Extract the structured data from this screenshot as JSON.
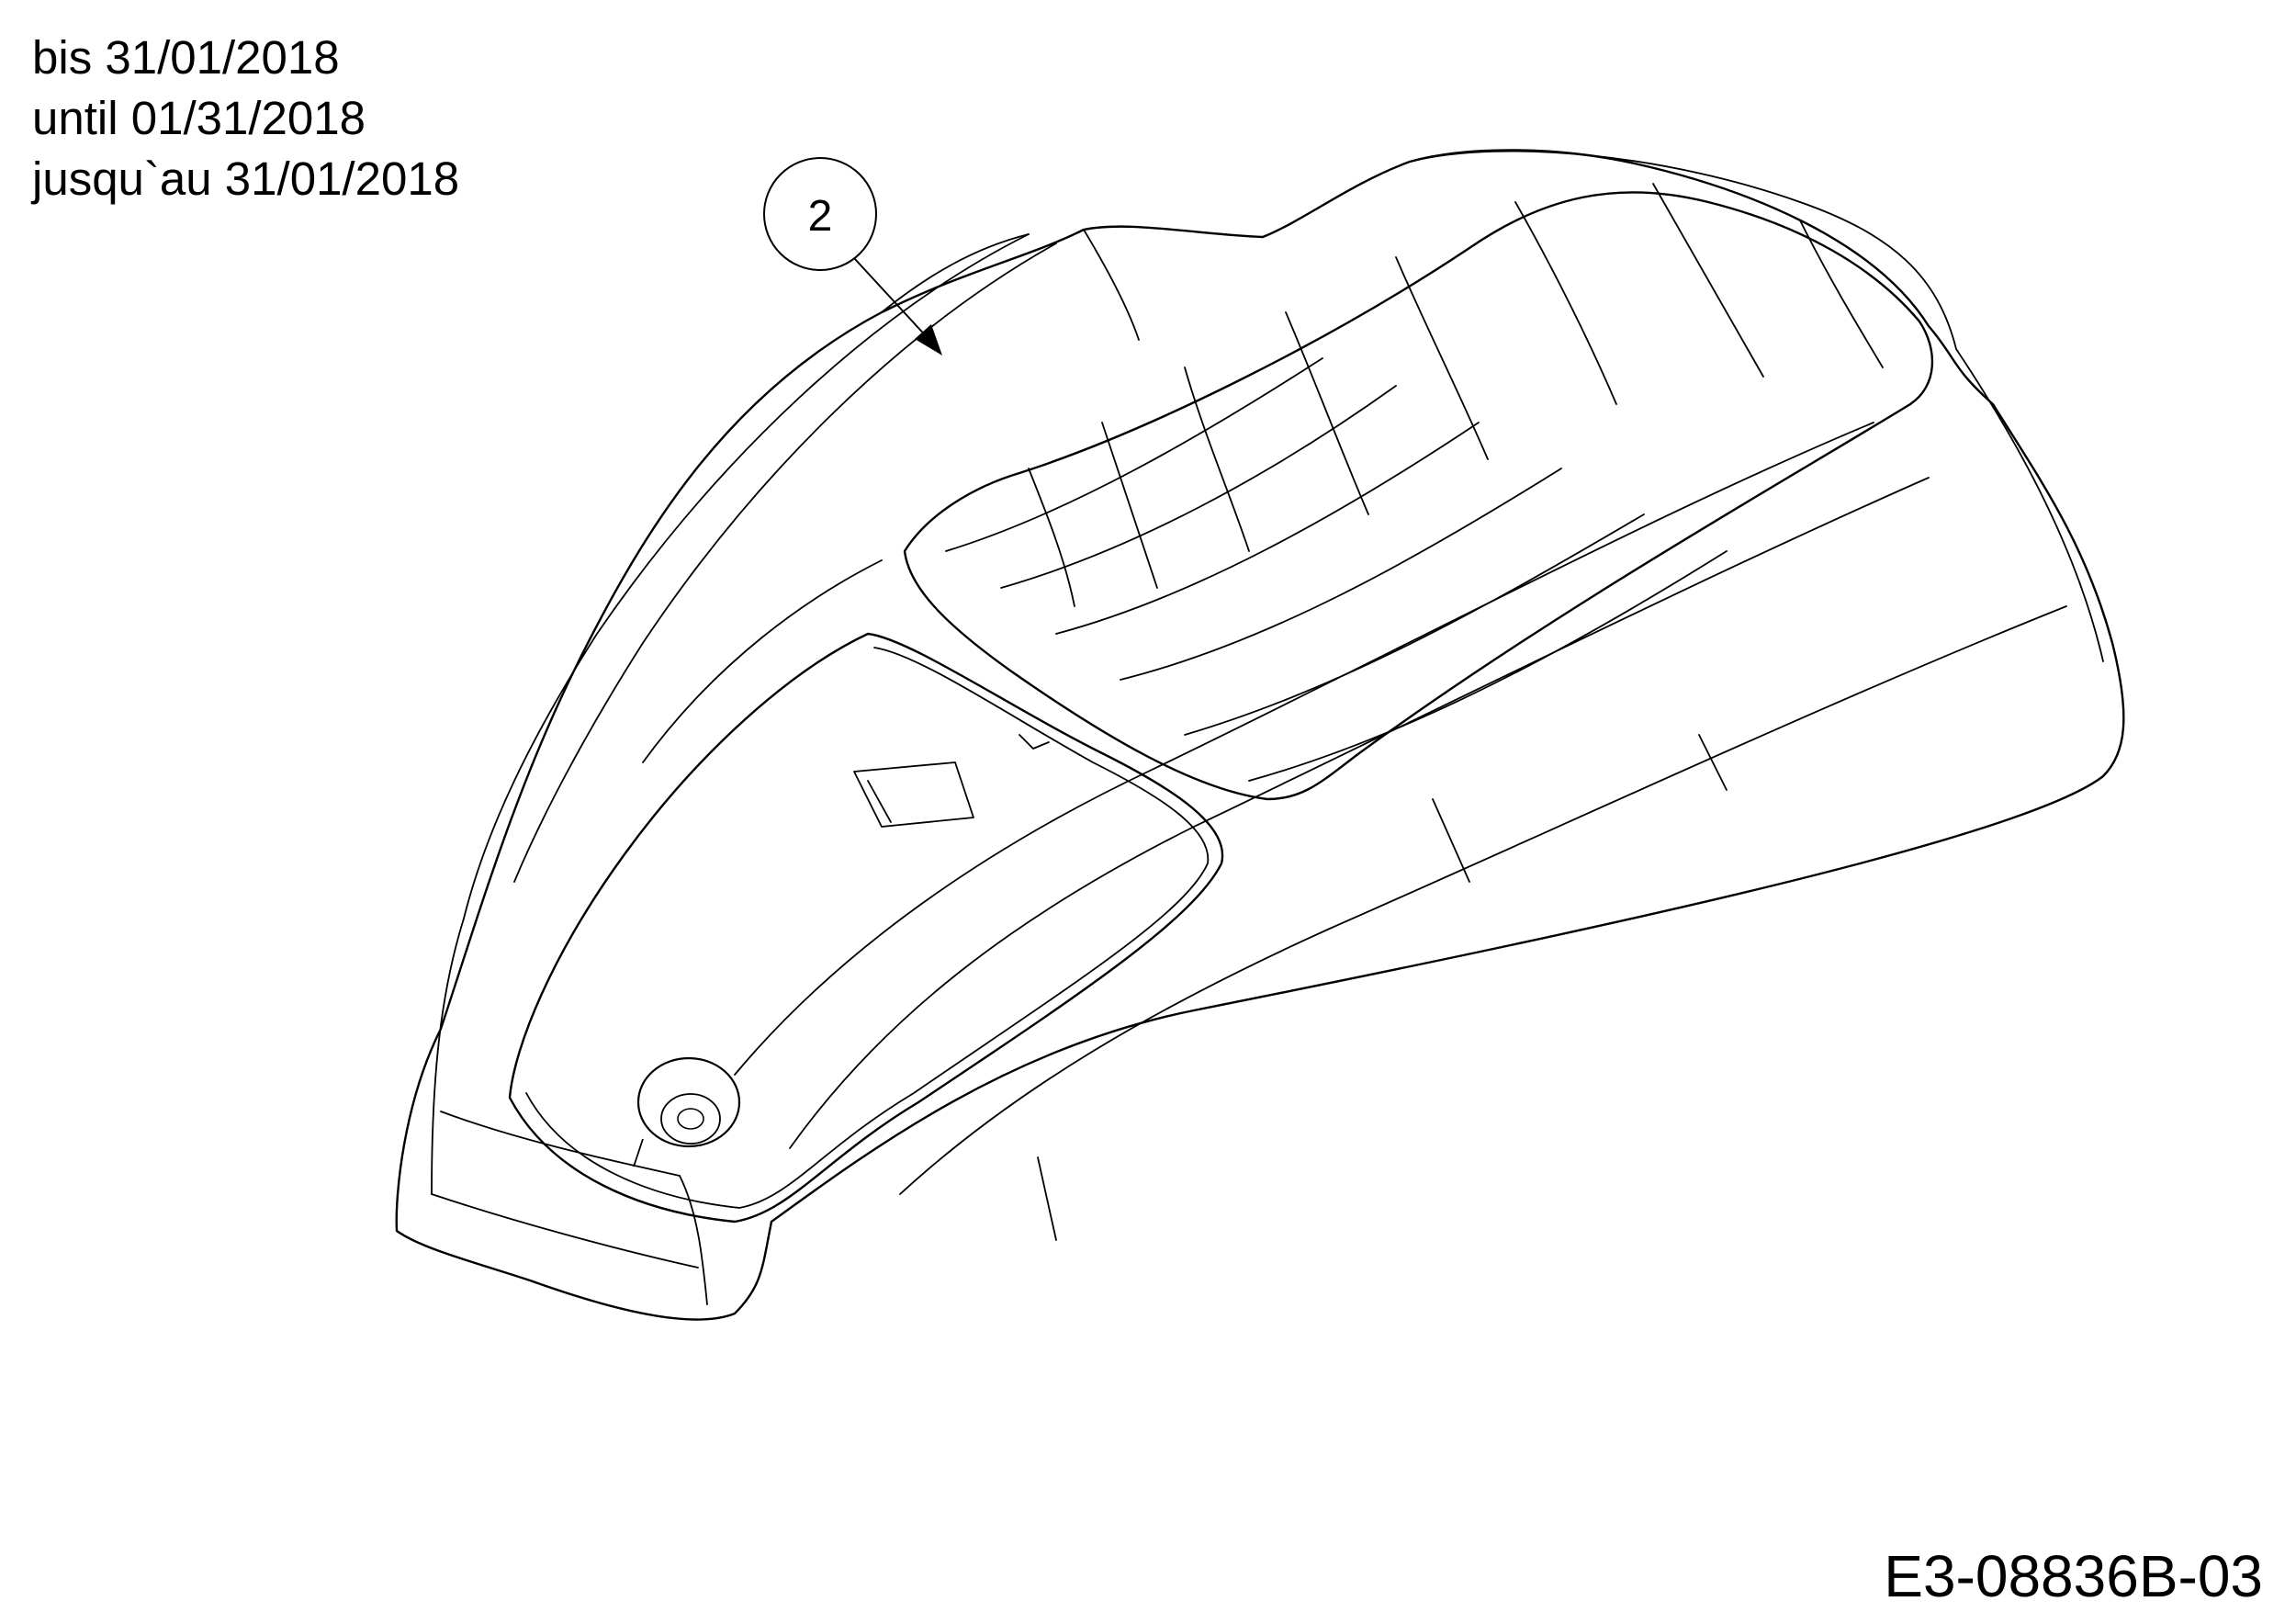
{
  "validity_note": {
    "de": "bis 31/01/2018",
    "en": "until 01/31/2018",
    "fr": "jusqu`au 31/01/2018"
  },
  "callout": {
    "number": "2"
  },
  "drawing_id": "E3-08836B-03"
}
